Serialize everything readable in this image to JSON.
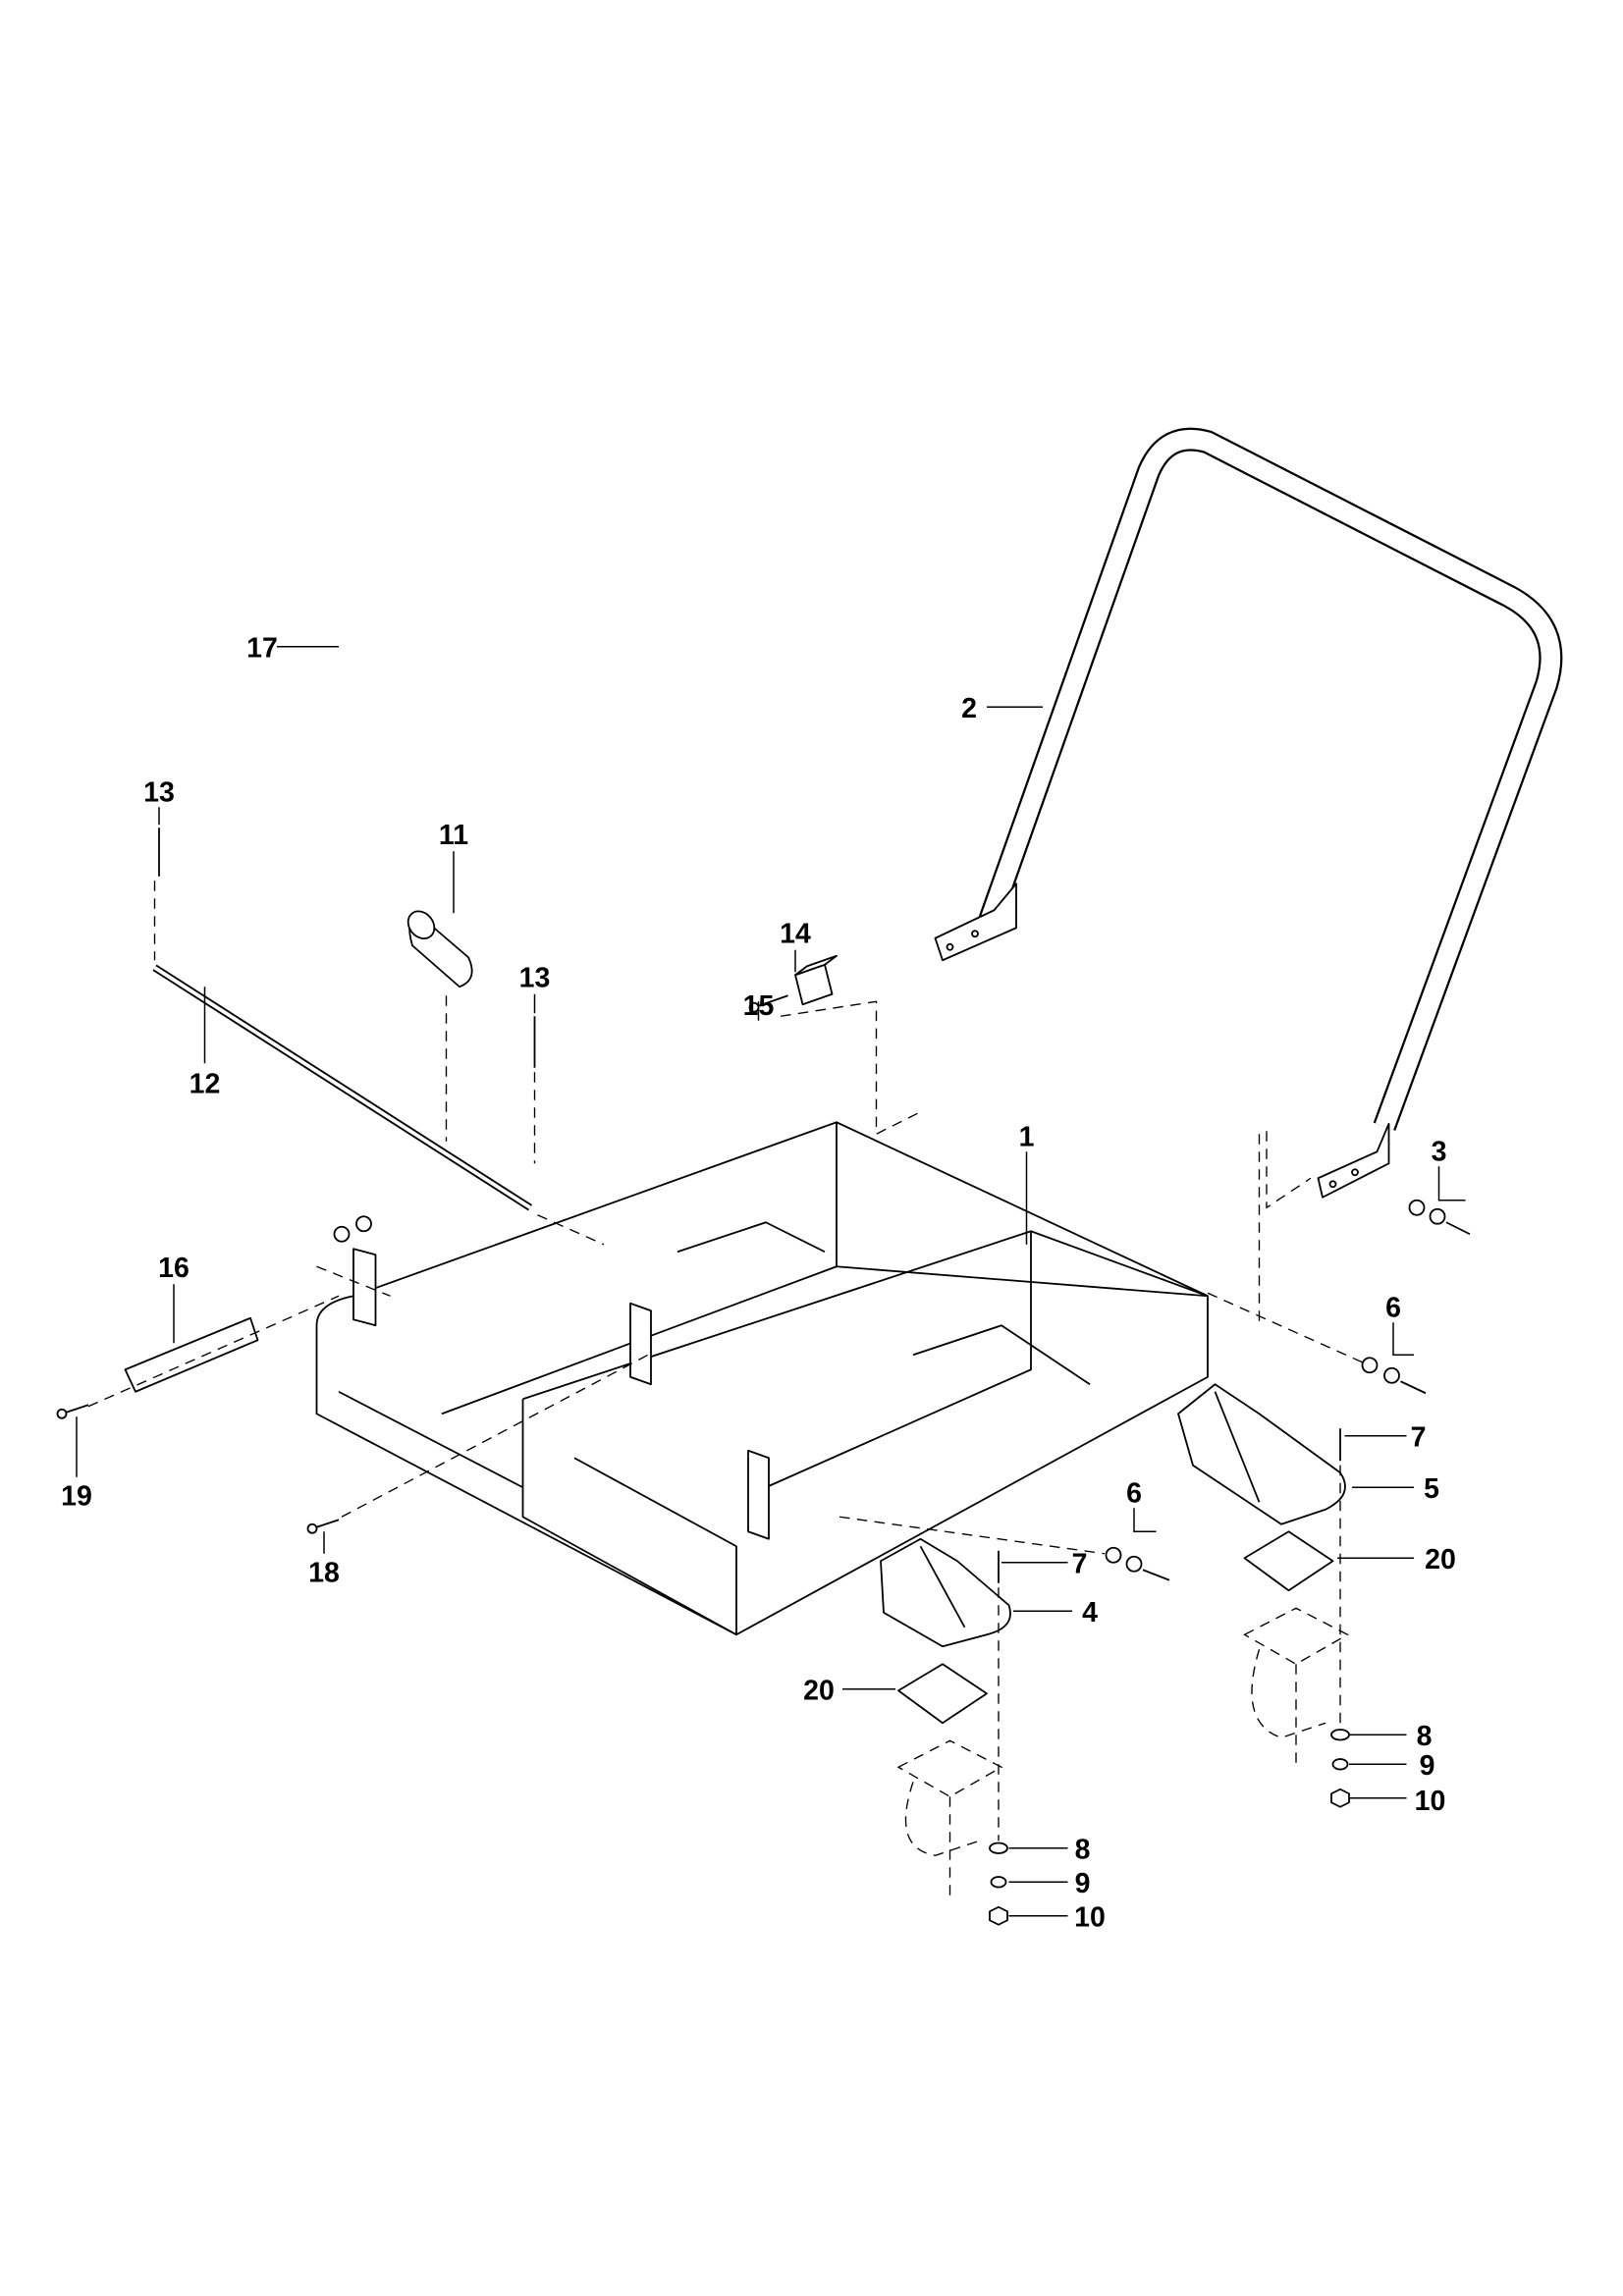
{
  "diagram": {
    "type": "exploded-parts-diagram",
    "callouts": [
      "13",
      "11",
      "13",
      "12",
      "15",
      "14",
      "1",
      "2",
      "3",
      "17",
      "16",
      "19",
      "18",
      "6",
      "7",
      "5",
      "20",
      "8",
      "9",
      "10",
      "7",
      "6",
      "4",
      "20",
      "8",
      "9",
      "10"
    ]
  }
}
